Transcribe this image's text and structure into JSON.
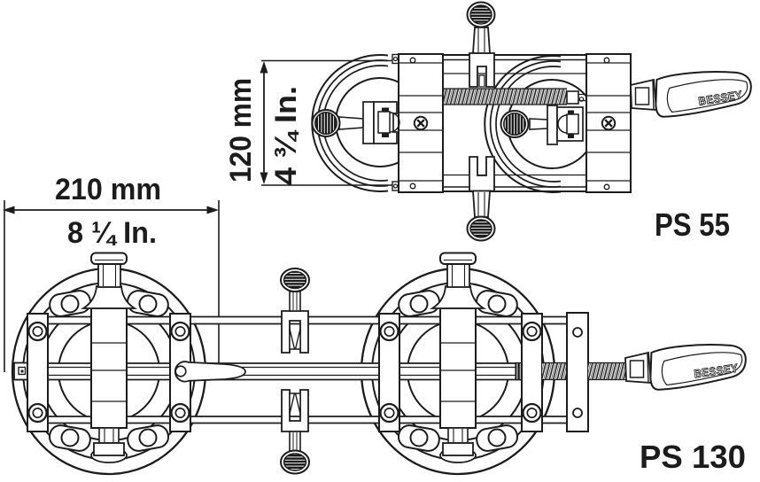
{
  "diagram": {
    "background": "#ffffff",
    "ink": "#1c1c1c",
    "products": [
      {
        "name": "PS 55",
        "brand": "BESSEY",
        "dim_mm": "120 mm",
        "dim_in": "4 ¾ In."
      },
      {
        "name": "PS 130",
        "brand": "BESSEY",
        "dim_mm": "210 mm",
        "dim_in": "8 ¼ In."
      }
    ]
  }
}
